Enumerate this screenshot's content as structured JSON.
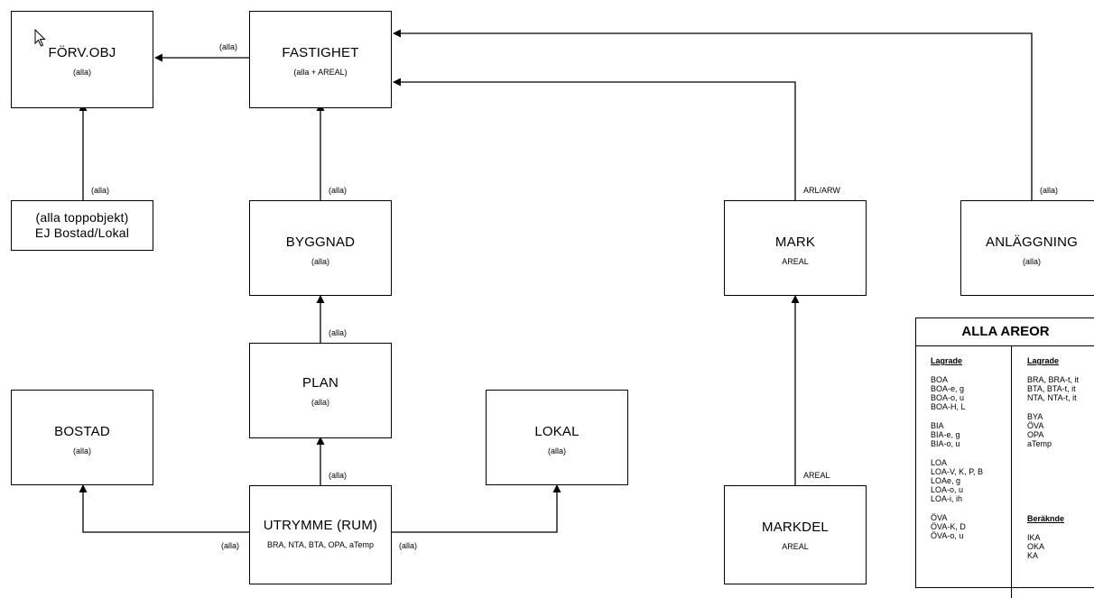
{
  "boxes": {
    "forvobj": {
      "title": "FÖRV.OBJ",
      "sub": "(alla)"
    },
    "fastighet": {
      "title": "FASTIGHET",
      "sub": "(alla + AREAL)"
    },
    "toppobjekt": {
      "line1": "(alla toppobjekt)",
      "line2": "EJ Bostad/Lokal"
    },
    "byggnad": {
      "title": "BYGGNAD",
      "sub": "(alla)"
    },
    "mark": {
      "title": "MARK",
      "sub": "AREAL"
    },
    "anlaggning": {
      "title": "ANLÄGGNING",
      "sub": "(alla)"
    },
    "plan": {
      "title": "PLAN",
      "sub": "(alla)"
    },
    "bostad": {
      "title": "BOSTAD",
      "sub": "(alla)"
    },
    "lokal": {
      "title": "LOKAL",
      "sub": "(alla)"
    },
    "utrymme": {
      "title": "UTRYMME (RUM)",
      "sub": "BRA, NTA, BTA, OPA, aTemp"
    },
    "markdel": {
      "title": "MARKDEL",
      "sub": "AREAL"
    }
  },
  "edge_labels": {
    "fastighet_forvobj": "(alla)",
    "toppobjekt_forvobj": "(alla)",
    "byggnad_fastighet": "(alla)",
    "mark_fastighet": "ARL/ARW",
    "anlaggning_fastighet": "(alla)",
    "plan_byggnad": "(alla)",
    "utrymme_plan": "(alla)",
    "markdel_mark": "AREAL",
    "utrymme_bostad": "(alla)",
    "utrymme_lokal": "(alla)"
  },
  "legend": {
    "title": "ALLA AREOR",
    "left": {
      "heading": "Lagrade",
      "groups": [
        [
          "BOA",
          "BOA-e, g",
          "BOA-o, u",
          "BOA-H, L"
        ],
        [
          "BIA",
          "BIA-e, g",
          "BIA-o, u"
        ],
        [
          "LOA",
          "LOA-V, K, P, B",
          "LOAe, g",
          "LOA-o, u",
          "LOA-i, ih"
        ],
        [
          "ÖVA",
          "ÖVA-K, D",
          "ÖVA-o, u"
        ]
      ]
    },
    "right": {
      "heading": "Lagrade",
      "groups": [
        [
          "BRA, BRA-t, it",
          "BTA, BTA-t, it",
          "NTA, NTA-t, it"
        ],
        [
          "BYA",
          "ÖVA",
          "OPA",
          "aTemp"
        ]
      ],
      "heading2": "Beräknde",
      "groups2": [
        [
          "IKA",
          "OKA",
          "KA"
        ]
      ]
    }
  }
}
